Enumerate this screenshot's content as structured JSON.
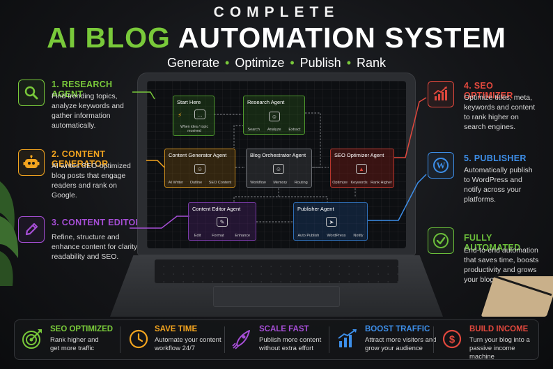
{
  "header": {
    "kicker": "COMPLETE",
    "title_green": "AI BLOG",
    "title_white": "AUTOMATION SYSTEM",
    "tagline": [
      "Generate",
      "Optimize",
      "Publish",
      "Rank"
    ]
  },
  "colors": {
    "green": "#79c93a",
    "orange": "#f2a41f",
    "purple": "#a64ed6",
    "red": "#e2483d",
    "blue": "#3d8ee8",
    "check_green": "#6bbf3a"
  },
  "left_features": [
    {
      "title": "1. RESEARCH AGENT",
      "desc": "Find trending topics, analyze keywords and gather information automatically.",
      "icon": "magnifier-icon"
    },
    {
      "title": "2. CONTENT GENERATOR",
      "desc": "AI writes SEO-optimized blog posts that engage readers and rank on Google.",
      "icon": "robot-icon"
    },
    {
      "title": "3. CONTENT EDITOR",
      "desc": "Refine, structure and enhance content for clarity, readability and SEO.",
      "icon": "pencil-icon"
    }
  ],
  "right_features": [
    {
      "title": "4. SEO OPTIMIZER",
      "desc": "Optimize titles, meta, keywords and content to rank higher on search engines.",
      "icon": "growth-chart-icon"
    },
    {
      "title": "5. PUBLISHER",
      "desc": "Automatically publish to WordPress and notify across your platforms.",
      "icon": "wordpress-icon"
    },
    {
      "title": "FULLY AUTOMATED",
      "desc": "End-to-end automation that saves time, boosts productivity and grows your blog.",
      "icon": "checkmark-icon"
    }
  ],
  "flow": {
    "start": {
      "title": "Start Here",
      "sub": "When idea / topic received"
    },
    "research": {
      "title": "Research Agent",
      "subs": [
        "Search",
        "Analyze",
        "Extract"
      ]
    },
    "content_gen": {
      "title": "Content Generator Agent",
      "subs": [
        "AI Writer",
        "Outline",
        "SEO Content"
      ]
    },
    "orchestrator": {
      "title": "Blog Orchestrator Agent",
      "subs": [
        "Workflow",
        "Memory",
        "Routing"
      ]
    },
    "seo": {
      "title": "SEO Optimizer Agent",
      "subs": [
        "Optimize",
        "Keywords",
        "Rank Higher"
      ]
    },
    "editor": {
      "title": "Content Editor Agent",
      "subs": [
        "Edit",
        "Format",
        "Enhance"
      ]
    },
    "publisher": {
      "title": "Publisher Agent",
      "subs": [
        "Auto Publish",
        "WordPress",
        "Notify"
      ]
    }
  },
  "benefits": [
    {
      "title": "SEO OPTIMIZED",
      "desc": "Rank higher and get more traffic",
      "icon": "target-icon"
    },
    {
      "title": "SAVE TIME",
      "desc": "Automate your content workflow 24/7",
      "icon": "clock-icon"
    },
    {
      "title": "SCALE FAST",
      "desc": "Publish more content without extra effort",
      "icon": "rocket-icon"
    },
    {
      "title": "BOOST TRAFFIC",
      "desc": "Attract more visitors and grow your audience",
      "icon": "bar-chart-icon"
    },
    {
      "title": "BUILD INCOME",
      "desc": "Turn your blog into a passive income machine",
      "icon": "dollar-icon"
    }
  ]
}
